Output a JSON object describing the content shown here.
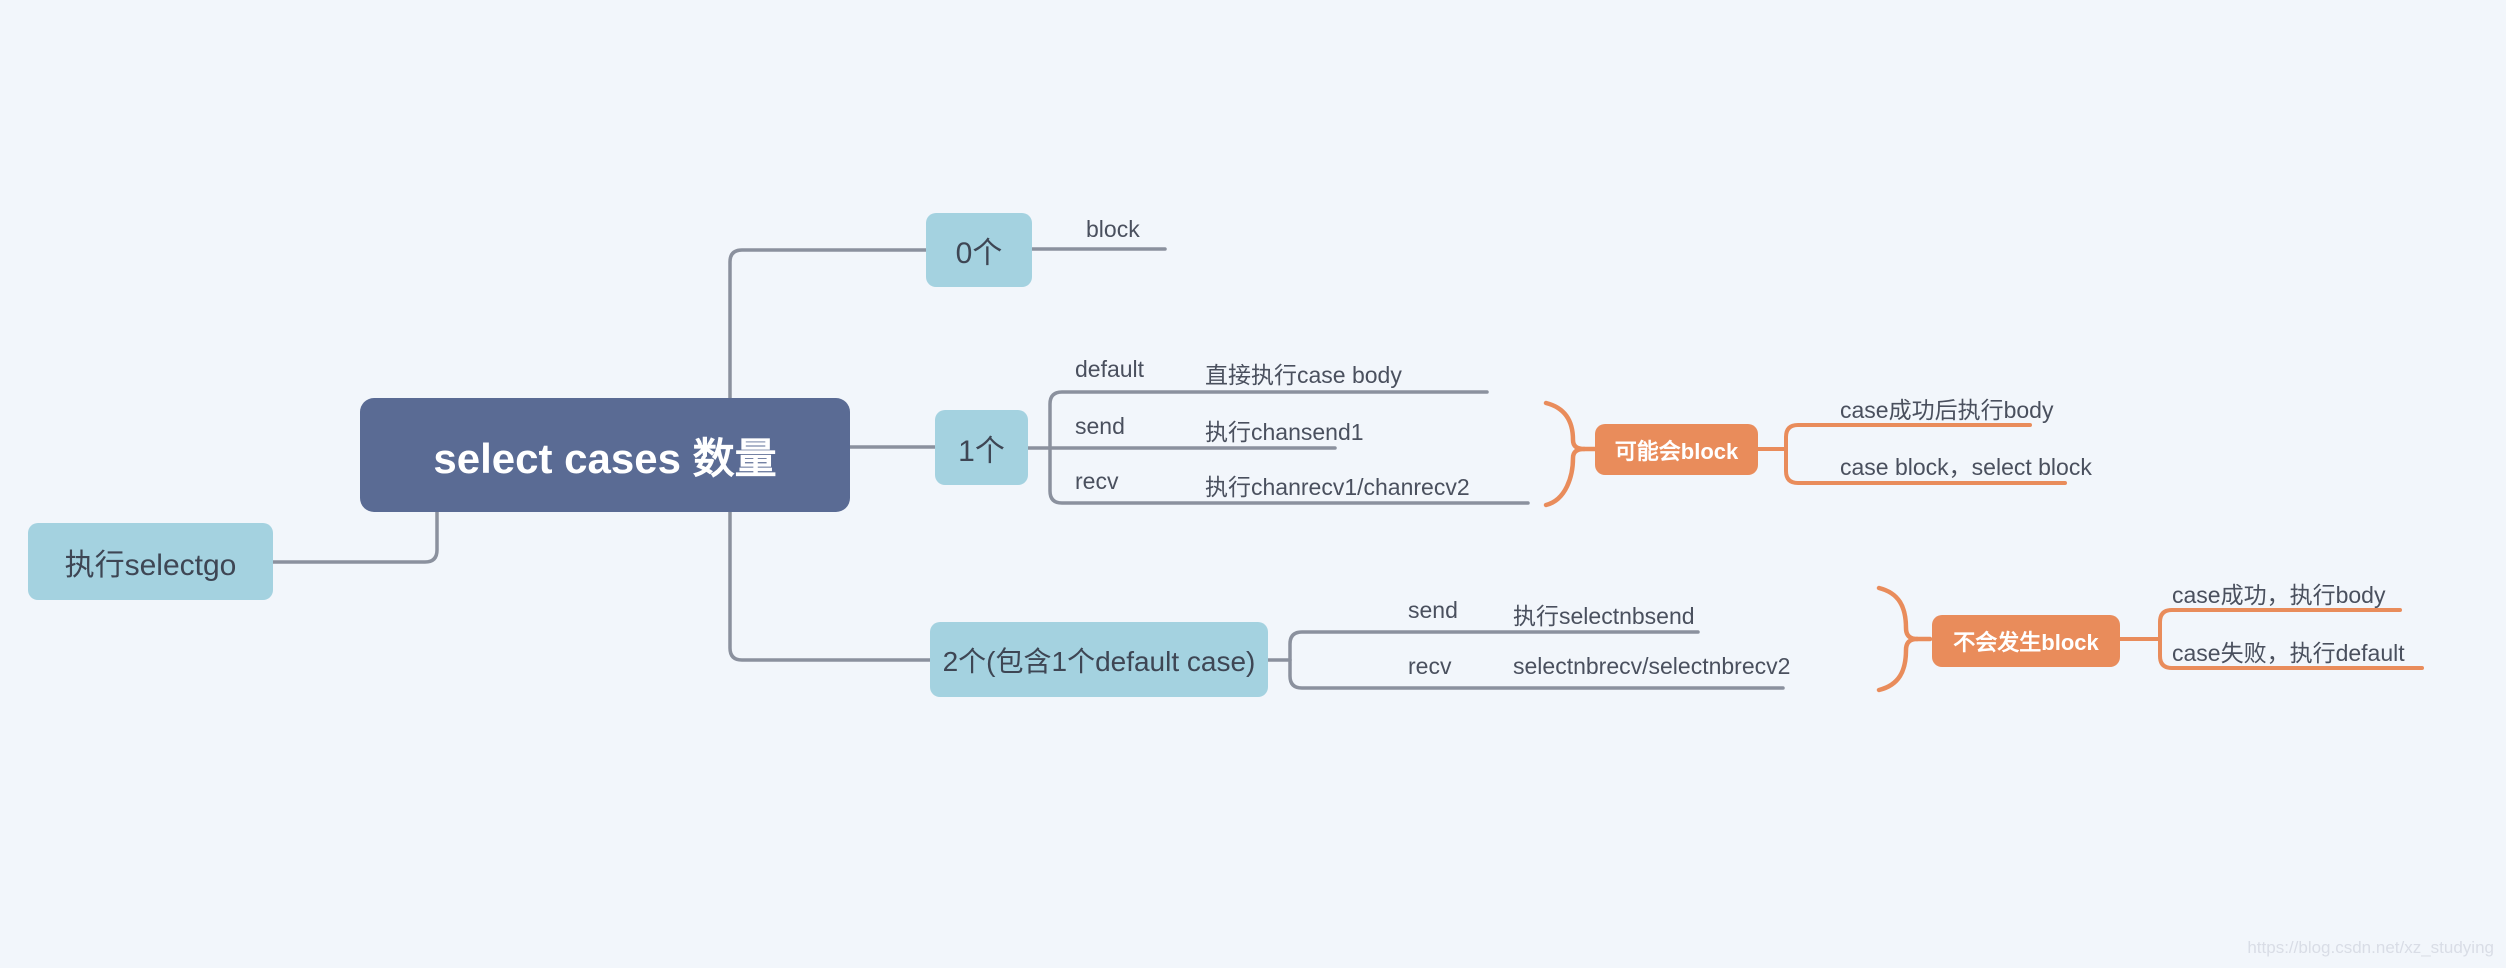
{
  "palette": {
    "background": "#f2f6fb",
    "root_fill": "#5a6b94",
    "node_fill": "#a4d2e0",
    "accent": "#e98c5b",
    "line": "#8b919e",
    "text_dark": "#3e4654",
    "text_leaf": "#4a505e"
  },
  "root": {
    "label": "select cases 数量"
  },
  "left_branch": {
    "label": "执行selectgo"
  },
  "branch_zero": {
    "label": "0个",
    "leaf": "block"
  },
  "branch_one": {
    "label": "1个",
    "rows": [
      {
        "key": "default",
        "value": "直接执行case body"
      },
      {
        "key": "send",
        "value": "执行chansend1"
      },
      {
        "key": "recv",
        "value": "执行chanrecv1/chanrecv2"
      }
    ],
    "result": {
      "label": "可能会block"
    },
    "outcomes": [
      {
        "label": "case成功后执行body"
      },
      {
        "label": "case block，select block"
      }
    ]
  },
  "branch_two": {
    "label": "2个(包含1个default case)",
    "rows": [
      {
        "key": "send",
        "value": "执行selectnbsend"
      },
      {
        "key": "recv",
        "value": "selectnbrecv/selectnbrecv2"
      }
    ],
    "result": {
      "label": "不会发生block"
    },
    "outcomes": [
      {
        "label": "case成功，执行body"
      },
      {
        "label": "case失败，执行default"
      }
    ]
  },
  "watermark": "https://blog.csdn.net/xz_studying"
}
